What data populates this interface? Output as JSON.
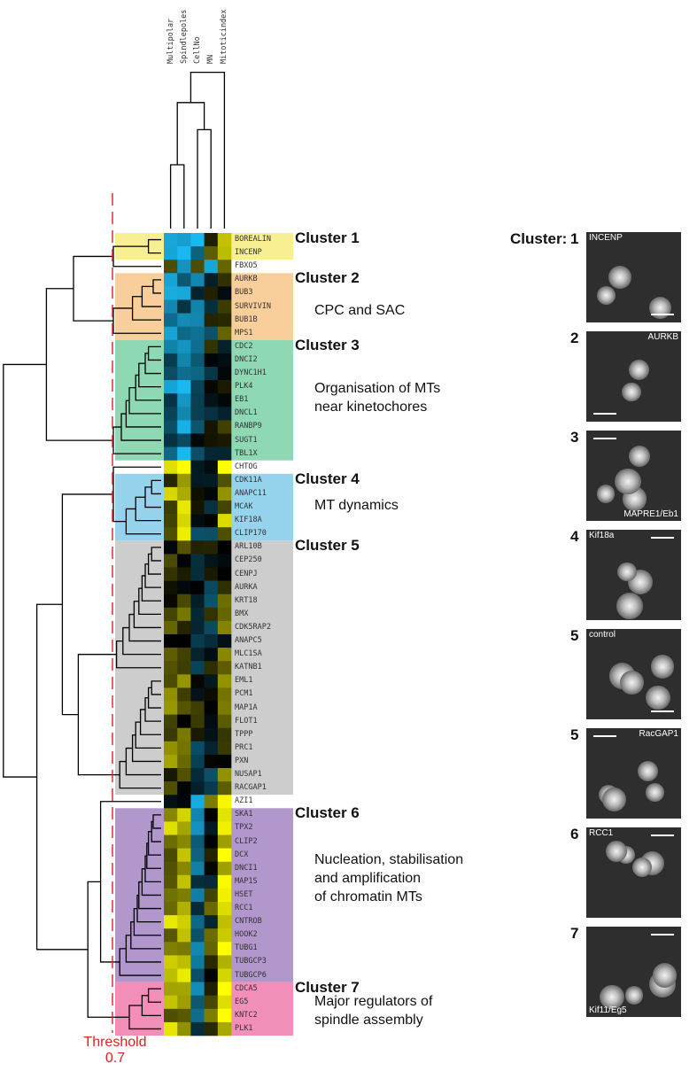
{
  "columns": [
    "Multipolar",
    "Spindlepoles",
    "CellNo",
    "MN",
    "Mitoticindex"
  ],
  "genes": [
    "BOREALIN",
    "INCENP",
    "FBXO5",
    "AURKB",
    "BUB3",
    "SURVIVIN",
    "BUB1B",
    "MPS1",
    "CDC2",
    "DNCI2",
    "DYNC1H1",
    "PLK4",
    "EB1",
    "DNCL1",
    "RANBP9",
    "SUGT1",
    "TBL1X",
    "CHTOG",
    "CDK11A",
    "ANAPC11",
    "MCAK",
    "KIF18A",
    "CLIP170",
    "ARL10B",
    "CEP250",
    "CENPJ",
    "AURKA",
    "KRT18",
    "BMX",
    "CDK5RAP2",
    "ANAPC5",
    "MLC1SA",
    "KATNB1",
    "EML1",
    "PCM1",
    "MAP1A",
    "FLOT1",
    "TPPP",
    "PRC1",
    "PXN",
    "NUSAP1",
    "RACGAP1",
    "AZI1",
    "SKA1",
    "TPX2",
    "CLIP2",
    "DCX",
    "DNCI1",
    "MAP1S",
    "HSET",
    "RCC1",
    "CNTROB",
    "HOOK2",
    "TUBG1",
    "TUBGCP3",
    "TUBGCP6",
    "CDCA5",
    "EG5",
    "KNTC2",
    "PLK1"
  ],
  "clusters": [
    {
      "title": "Cluster 1",
      "description": [],
      "color": "#f8ef93",
      "start": 0,
      "end": 1
    },
    {
      "title": "Cluster 2",
      "description": [
        "CPC and SAC"
      ],
      "color": "#f8cf9a",
      "start": 3,
      "end": 7
    },
    {
      "title": "Cluster 3",
      "description": [
        "Organisation of MTs",
        "near kinetochores"
      ],
      "color": "#8fd8b4",
      "start": 8,
      "end": 16
    },
    {
      "title": "Cluster 4",
      "description": [
        "MT dynamics"
      ],
      "color": "#96d4ee",
      "start": 18,
      "end": 22
    },
    {
      "title": "Cluster 5",
      "description": [],
      "color": "#cdcdcd",
      "start": 23,
      "end": 41
    },
    {
      "title": "Cluster 6",
      "description": [
        "Nucleation, stabilisation",
        "and amplification",
        "of chromatin MTs"
      ],
      "color": "#b197cc",
      "start": 43,
      "end": 55
    },
    {
      "title": "Cluster 7",
      "description": [
        "Major regulators of",
        "spindle assembly"
      ],
      "color": "#f28fb9",
      "start": 56,
      "end": 59
    }
  ],
  "threshold": {
    "label": "Threshold",
    "value": "0.7"
  },
  "panels_header": "Cluster:",
  "panels": [
    {
      "num": "1",
      "label": "INCENP",
      "label_pos": "top-left"
    },
    {
      "num": "2",
      "label": "AURKB",
      "label_pos": "top-right"
    },
    {
      "num": "3",
      "label": "MAPRE1/Eb1",
      "label_pos": "bottom-right"
    },
    {
      "num": "4",
      "label": "Kif18a",
      "label_pos": "top-left"
    },
    {
      "num": "5",
      "label": "control",
      "label_pos": "top-left"
    },
    {
      "num": "5",
      "label": "RacGAP1",
      "label_pos": "top-right"
    },
    {
      "num": "6",
      "label": "RCC1",
      "label_pos": "top-left"
    },
    {
      "num": "7",
      "label": "Kif11/Eg5",
      "label_pos": "bottom-left"
    }
  ],
  "colors": {
    "high": "#ffff00",
    "low": "#19b8f0",
    "mid": "#000000",
    "threshold": "#e02020"
  }
}
